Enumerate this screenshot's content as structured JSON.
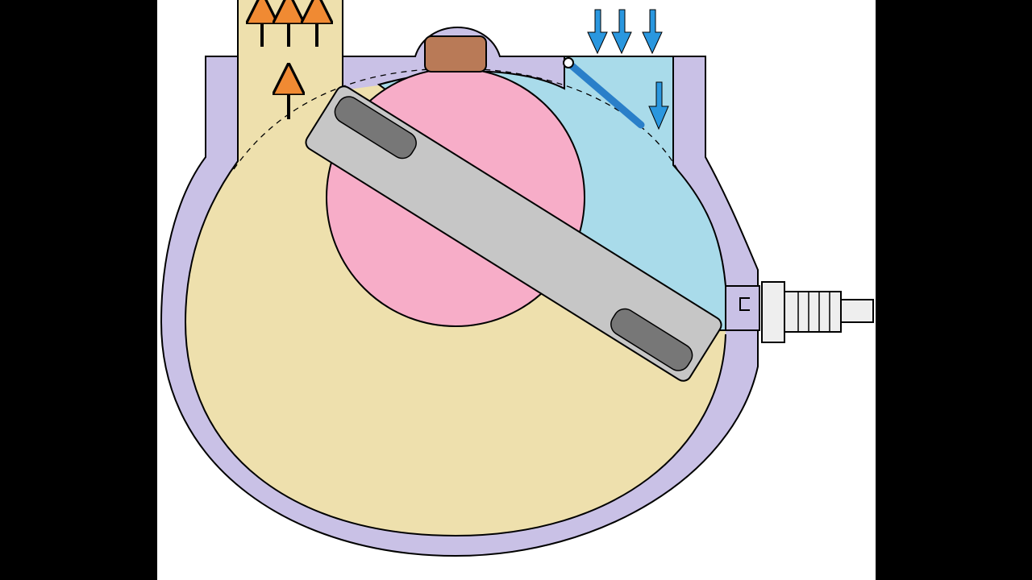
{
  "diagram": {
    "subject": "rotary-vane-engine-cross-section",
    "colors": {
      "letterbox": "#000000",
      "background": "#ffffff",
      "housing": "#c9c1e6",
      "outline": "#000000",
      "exhaust_gas": "#eee0ad",
      "intake_charge": "#a9dbea",
      "rotor": "#f7adc8",
      "vane": "#c6c6c6",
      "vane_slot": "#777777",
      "top_seal": "#b97a57",
      "exhaust_arrow": "#f08a33",
      "intake_arrow": "#2a97df",
      "reed_valve": "#2a7fc9",
      "spark_plug_body": "#eeeeee"
    },
    "parts": {
      "exhaust_port": {
        "flow": "out",
        "arrow_count": 3
      },
      "intake_port": {
        "flow": "in",
        "arrow_count": 3
      },
      "exhaust_chamber_arrow": {
        "direction": "up"
      },
      "intake_chamber_arrow": {
        "direction": "down"
      },
      "reed_valve": {
        "state": "open"
      },
      "spark_plug": {
        "side": "right"
      },
      "vane_orientation": "diagonal"
    }
  }
}
